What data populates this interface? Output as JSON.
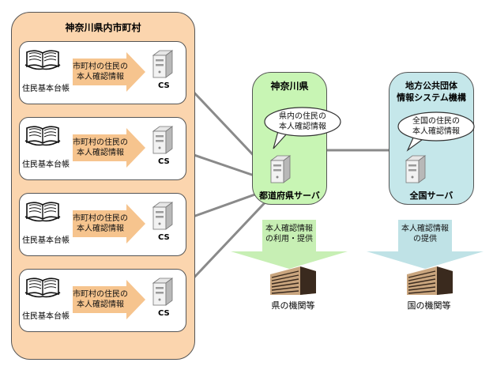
{
  "municipal": {
    "title": "神奈川県内市町村",
    "rows": [
      {
        "book_label": "住民基本台帳",
        "arrow_label_1": "市町村の住民の",
        "arrow_label_2": "本人確認情報",
        "server_label": "CS"
      },
      {
        "book_label": "住民基本台帳",
        "arrow_label_1": "市町村の住民の",
        "arrow_label_2": "本人確認情報",
        "server_label": "CS"
      },
      {
        "book_label": "住民基本台帳",
        "arrow_label_1": "市町村の住民の",
        "arrow_label_2": "本人確認情報",
        "server_label": "CS"
      },
      {
        "book_label": "住民基本台帳",
        "arrow_label_1": "市町村の住民の",
        "arrow_label_2": "本人確認情報",
        "server_label": "CS"
      }
    ]
  },
  "prefecture": {
    "title": "神奈川県",
    "bubble_1": "県内の住民の",
    "bubble_2": "本人確認情報",
    "server_label": "都道府県サーバ",
    "arrow_label_1": "本人確認情報",
    "arrow_label_2": "の利用・提供",
    "org_label": "県の機関等"
  },
  "national": {
    "title_1": "地方公共団体",
    "title_2": "情報システム機構",
    "bubble_1": "全国の住民の",
    "bubble_2": "本人確認情報",
    "server_label": "全国サーバ",
    "arrow_label_1": "本人確認情報",
    "arrow_label_2": "の提供",
    "org_label": "国の機関等"
  },
  "colors": {
    "municipal_bg": "#fbd5ae",
    "prefecture_bg": "#c8f5b4",
    "national_bg": "#c5e7ea",
    "arrow_orange": "#f6c48e",
    "arrow_green": "#c7efb4",
    "arrow_blue": "#bfe2e6"
  }
}
